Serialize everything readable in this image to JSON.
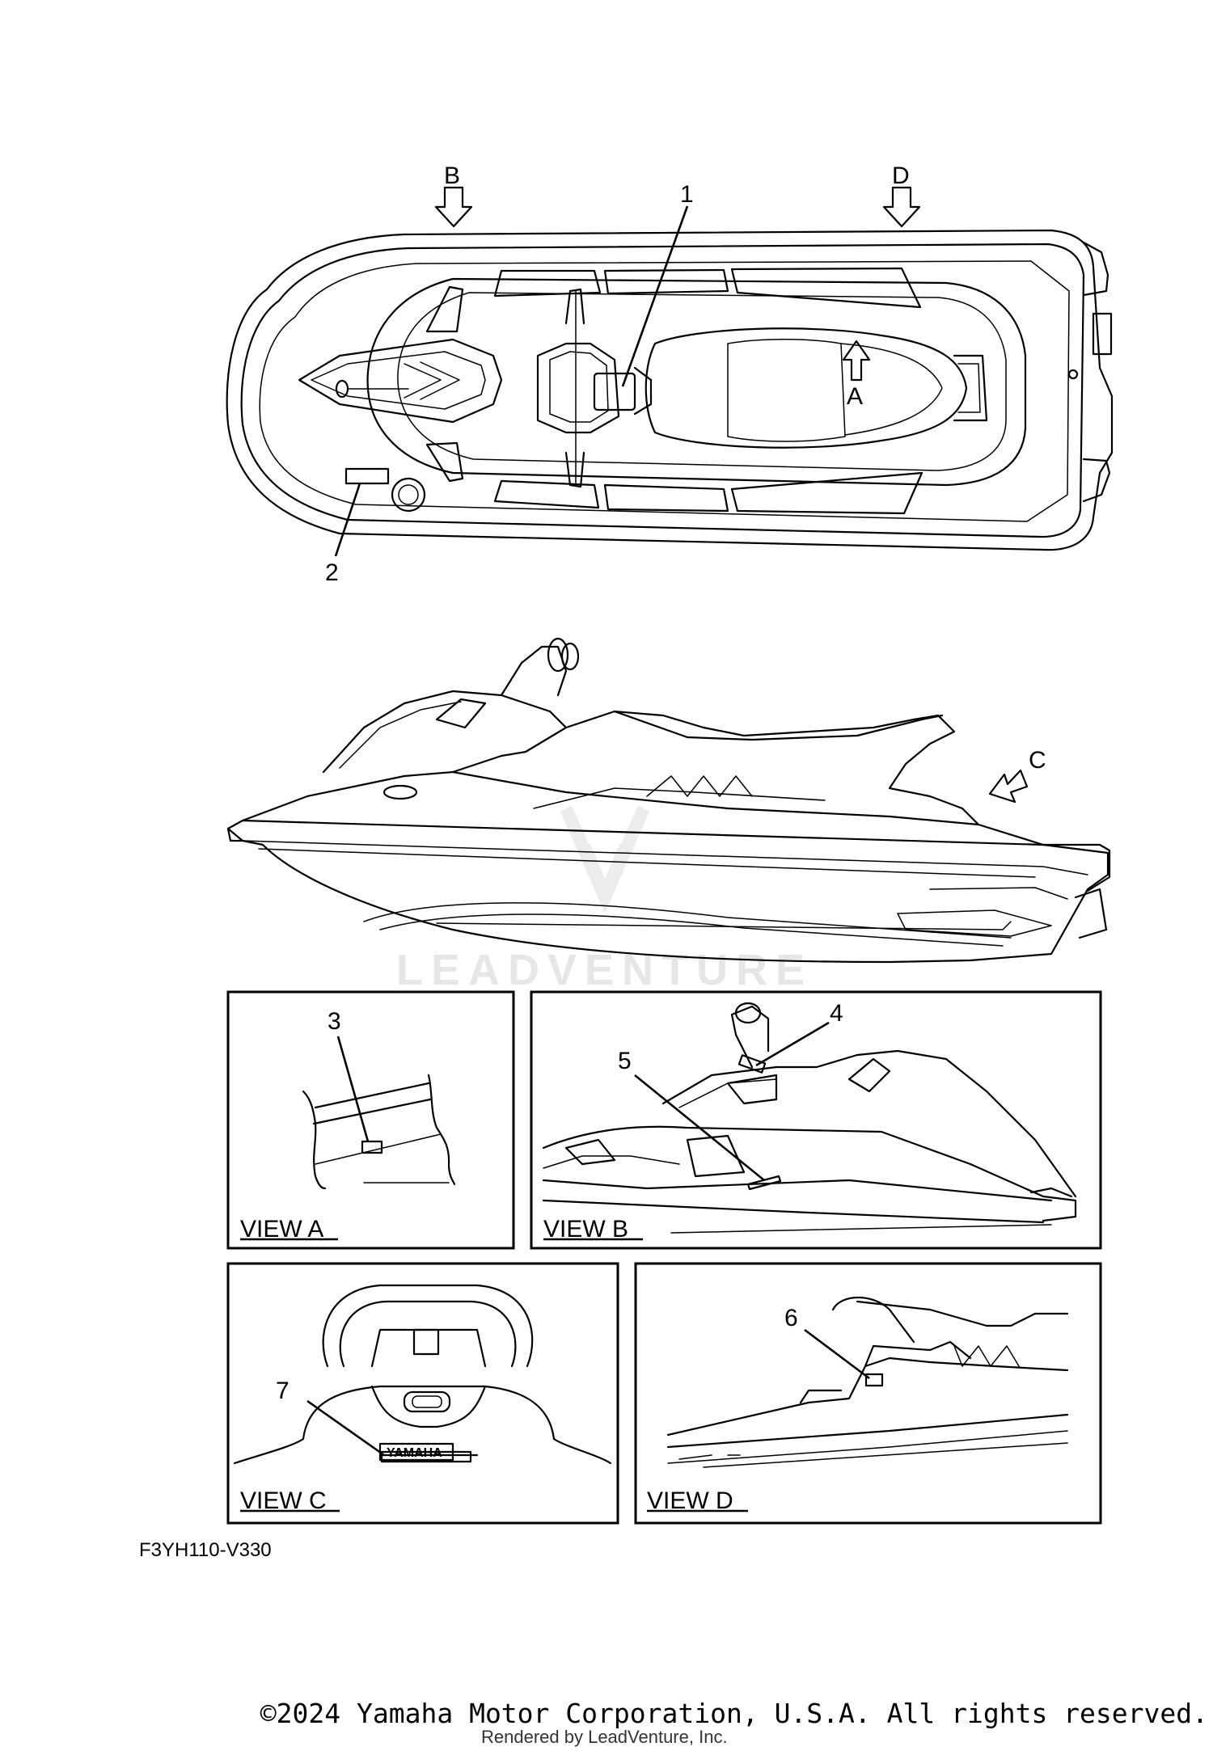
{
  "callouts": [
    "1",
    "2",
    "3",
    "4",
    "5",
    "6",
    "7"
  ],
  "view_arrows": {
    "a": "A",
    "b": "B",
    "c": "C",
    "d": "D"
  },
  "panels": {
    "view_a": "VIEW A",
    "view_b": "VIEW B",
    "view_c": "VIEW C",
    "view_d": "VIEW D"
  },
  "badge_text": "YAMAHA",
  "watermark": "LEADVENTURE",
  "part_code": "F3YH110-V330",
  "copyright": "©2024 Yamaha Motor Corporation, U.S.A. All rights reserved.",
  "rendered_by": "Rendered by LeadVenture, Inc."
}
